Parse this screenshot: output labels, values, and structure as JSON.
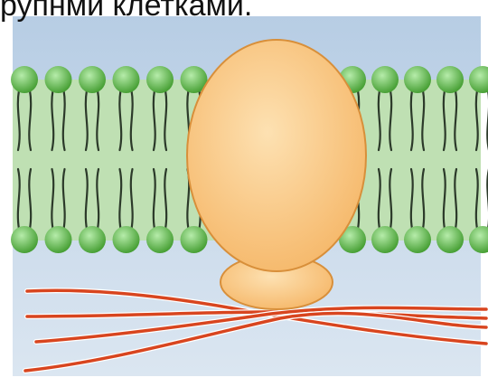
{
  "caption": {
    "text": "рупнми клетками."
  },
  "diagram": {
    "background_top": "#b7cde4",
    "background_bottom": "#dbe6f1",
    "membrane_band": "#bfe0b3",
    "lipid_head": "#3f9a2c",
    "lipid_head_highlight": "#b6ecaa",
    "lipid_tail": "#2c3a2a",
    "protein_fill": "#f5b463",
    "protein_highlight": "#fde1b2",
    "protein_outline": "#d88f3a",
    "filament_color": "#d8451f",
    "filament_outline": "#ffffff",
    "left_lipid_count": 6,
    "right_lipid_count": 5,
    "filament_count": 4,
    "icons": [
      "phospholipid-icon",
      "membrane-protein-icon",
      "cytoskeleton-filament-icon"
    ]
  }
}
